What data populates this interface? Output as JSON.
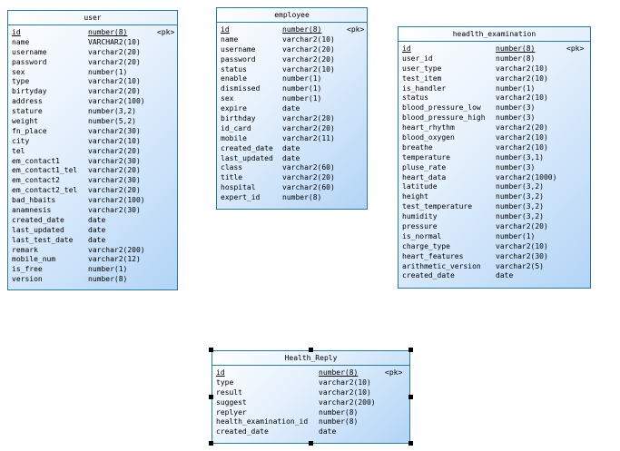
{
  "entities": {
    "user": {
      "title": "user",
      "rows": [
        {
          "name": "id",
          "type": "number(8)",
          "key": "<pk>"
        },
        {
          "name": "name",
          "type": "VARCHAR2(10)"
        },
        {
          "name": "username",
          "type": "varchar2(20)"
        },
        {
          "name": "password",
          "type": "varchar2(20)"
        },
        {
          "name": "sex",
          "type": "number(1)"
        },
        {
          "name": "type",
          "type": "varchar2(10)"
        },
        {
          "name": "birtyday",
          "type": "varchar2(20)"
        },
        {
          "name": "address",
          "type": "varchar2(100)"
        },
        {
          "name": "stature",
          "type": "number(3,2)"
        },
        {
          "name": "weight",
          "type": "number(5,2)"
        },
        {
          "name": "fn_place",
          "type": "varchar2(30)"
        },
        {
          "name": "city",
          "type": "varchar2(10)"
        },
        {
          "name": "tel",
          "type": "varchar2(20)"
        },
        {
          "name": "em_contact1",
          "type": "varchar2(30)"
        },
        {
          "name": "em_contact1_tel",
          "type": "varchar2(20)"
        },
        {
          "name": "em_contact2",
          "type": "varchar2(30)"
        },
        {
          "name": "em_contact2_tel",
          "type": "varchar2(20)"
        },
        {
          "name": "bad_hbaits",
          "type": "varchar2(100)"
        },
        {
          "name": "anamnesis",
          "type": "varchar2(30)"
        },
        {
          "name": "created_date",
          "type": "date"
        },
        {
          "name": "last_updated",
          "type": "date"
        },
        {
          "name": "last_test_date",
          "type": "date"
        },
        {
          "name": "remark",
          "type": "varchar2(200)"
        },
        {
          "name": "mobile_num",
          "type": "varchar2(12)"
        },
        {
          "name": "is_free",
          "type": "number(1)"
        },
        {
          "name": "version",
          "type": "number(8)"
        }
      ]
    },
    "employee": {
      "title": "employee",
      "rows": [
        {
          "name": "id",
          "type": "number(8)",
          "key": "<pk>"
        },
        {
          "name": "name",
          "type": "varchar2(10)"
        },
        {
          "name": "username",
          "type": "varchar2(20)"
        },
        {
          "name": "password",
          "type": "varchar2(20)"
        },
        {
          "name": "status",
          "type": "varchar2(10)"
        },
        {
          "name": "enable",
          "type": "number(1)"
        },
        {
          "name": "dismissed",
          "type": "number(1)"
        },
        {
          "name": "sex",
          "type": "number(1)"
        },
        {
          "name": "expire",
          "type": "date"
        },
        {
          "name": "birthday",
          "type": "varchar2(20)"
        },
        {
          "name": "id_card",
          "type": "varchar2(20)"
        },
        {
          "name": "mobile",
          "type": "varchar2(11)"
        },
        {
          "name": "created_date",
          "type": "date"
        },
        {
          "name": "last_updated",
          "type": "date"
        },
        {
          "name": "class",
          "type": "varchar2(60)"
        },
        {
          "name": "title",
          "type": "varchar2(20)"
        },
        {
          "name": "hospital",
          "type": "varchar2(60)"
        },
        {
          "name": "expert_id",
          "type": "number(8)"
        }
      ]
    },
    "health_examination": {
      "title": "headlth_examination",
      "rows": [
        {
          "name": "id",
          "type": "number(8)",
          "key": "<pk>"
        },
        {
          "name": "user_id",
          "type": "number(8)"
        },
        {
          "name": "user_type",
          "type": "varchar2(10)"
        },
        {
          "name": "test_item",
          "type": "varchar2(10)"
        },
        {
          "name": "is_handler",
          "type": "number(1)"
        },
        {
          "name": "status",
          "type": "varchar2(10)"
        },
        {
          "name": "blood_pressure_low",
          "type": "number(3)"
        },
        {
          "name": "blood_pressure_high",
          "type": "number(3)"
        },
        {
          "name": "heart_rhythm",
          "type": "varchar2(20)"
        },
        {
          "name": "blood_oxygen",
          "type": "varchar2(10)"
        },
        {
          "name": "breathe",
          "type": "varchar2(10)"
        },
        {
          "name": "temperature",
          "type": "number(3,1)"
        },
        {
          "name": "pluse_rate",
          "type": "number(3)"
        },
        {
          "name": "heart_data",
          "type": "varchar2(1000)"
        },
        {
          "name": "latitude",
          "type": "number(3,2)"
        },
        {
          "name": "height",
          "type": "number(3,2)"
        },
        {
          "name": "test_temperature",
          "type": "number(3,2)"
        },
        {
          "name": "humidity",
          "type": "number(3,2)"
        },
        {
          "name": "pressure",
          "type": "varchar2(20)"
        },
        {
          "name": "is_normal",
          "type": "number(1)"
        },
        {
          "name": "charge_type",
          "type": "varchar2(10)"
        },
        {
          "name": "heart_features",
          "type": "varchar2(30)"
        },
        {
          "name": "arithmetic_version",
          "type": "varchar2(5)"
        },
        {
          "name": "created_date",
          "type": "date"
        }
      ]
    },
    "health_reply": {
      "title": "Health_Reply",
      "rows": [
        {
          "name": "id",
          "type": "number(8)",
          "key": "<pk>"
        },
        {
          "name": "type",
          "type": "varchar2(10)"
        },
        {
          "name": "result",
          "type": "varchar2(10)"
        },
        {
          "name": "suggest",
          "type": "varchar2(200)"
        },
        {
          "name": "replyer",
          "type": "number(8)"
        },
        {
          "name": "health_examination_id",
          "type": "number(8)"
        },
        {
          "name": "created_date",
          "type": "date"
        }
      ]
    }
  }
}
